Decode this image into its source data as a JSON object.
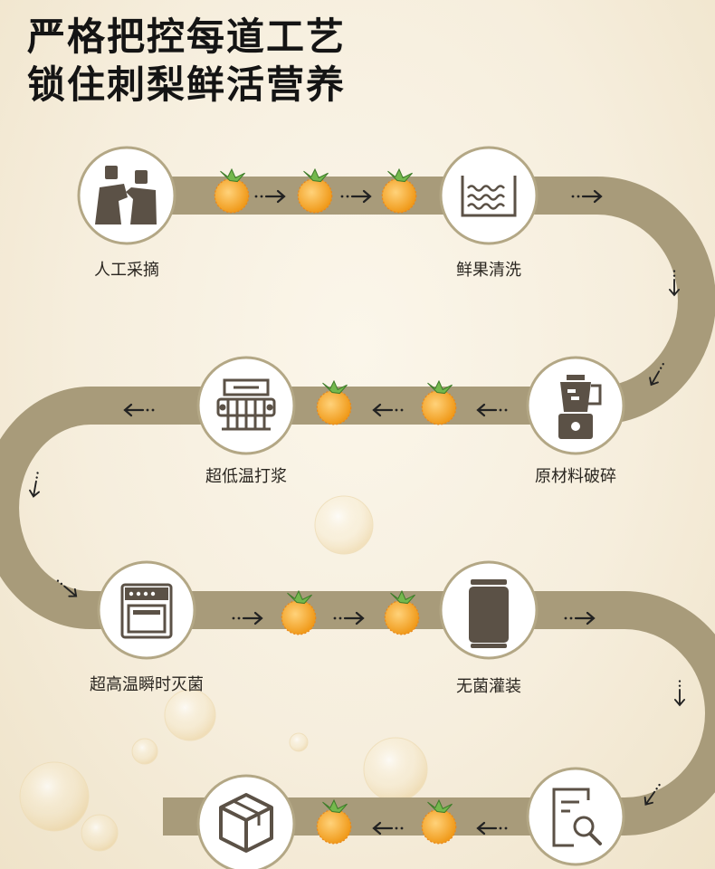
{
  "title": {
    "line1": "严格把控每道工艺",
    "line2": "锁住刺梨鲜活营养"
  },
  "colors": {
    "path": "#a89b7a",
    "circle_border": "#b3a785",
    "icon": "#5b5146",
    "fruit": "#f4a62a",
    "leaf": "#74b84d"
  },
  "steps": [
    {
      "label": "人工采摘",
      "icon": "people-icon"
    },
    {
      "label": "鲜果清洗",
      "icon": "wash-tank-icon"
    },
    {
      "label": "原材料破碎",
      "icon": "blender-icon"
    },
    {
      "label": "超低温打浆",
      "icon": "pulper-machine-icon"
    },
    {
      "label": "超高温瞬时灭菌",
      "icon": "sterilizer-oven-icon"
    },
    {
      "label": "无菌灌装",
      "icon": "can-icon"
    },
    {
      "label": "",
      "icon": "inspection-icon"
    },
    {
      "label": "",
      "icon": "package-box-icon"
    }
  ]
}
